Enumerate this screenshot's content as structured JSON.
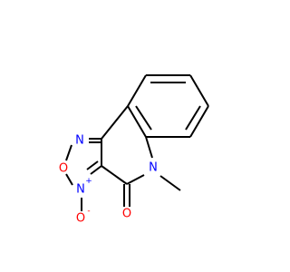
{
  "molecule": {
    "atoms": {
      "N_furazan_top": {
        "symbol": "N",
        "color": "#0000ff",
        "charge": ""
      },
      "O_ring": {
        "symbol": "O",
        "color": "#ff0000",
        "charge": ""
      },
      "N_oxide": {
        "symbol": "N",
        "color": "#0000ff",
        "charge": "+"
      },
      "O_oxide": {
        "symbol": "O",
        "color": "#ff0000",
        "charge": "-"
      },
      "N_amide": {
        "symbol": "N",
        "color": "#0000ff",
        "charge": ""
      },
      "O_carbonyl": {
        "symbol": "O",
        "color": "#ff0000",
        "charge": ""
      }
    }
  }
}
